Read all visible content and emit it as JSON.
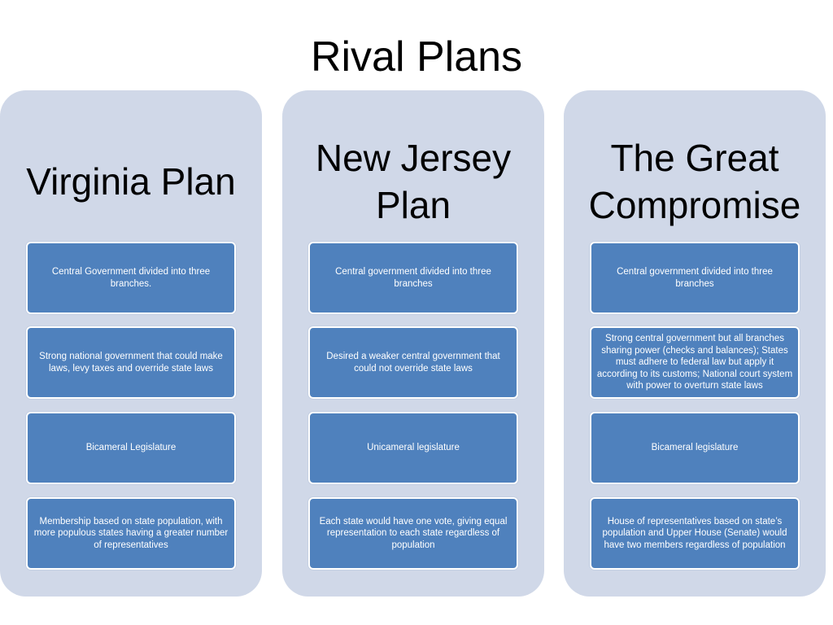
{
  "title": "Rival Plans",
  "colors": {
    "column_bg": "#d0d8e8",
    "box_bg": "#4f81bd",
    "box_text": "#ffffff"
  },
  "columns": [
    {
      "header": "Virginia Plan",
      "items": [
        "Central Government divided into three branches.",
        "Strong national government that could make laws, levy taxes and override state laws",
        "Bicameral Legislature",
        "Membership based on state population, with more populous states having a greater number of representatives"
      ]
    },
    {
      "header": "New Jersey Plan",
      "items": [
        "Central government divided into three branches",
        "Desired a weaker central government that could not override state laws",
        "Unicameral legislature",
        "Each state would have one vote, giving equal representation to each state regardless of population"
      ]
    },
    {
      "header": "The Great Compromise",
      "items": [
        "Central government divided into three branches",
        "Strong central government but all branches sharing power (checks and balances); States must adhere to federal law but apply it according to its customs; National court system with power to overturn state laws",
        "Bicameral legislature",
        "House of representatives based on state’s population and Upper House (Senate) would have two members regardless of population"
      ]
    }
  ]
}
